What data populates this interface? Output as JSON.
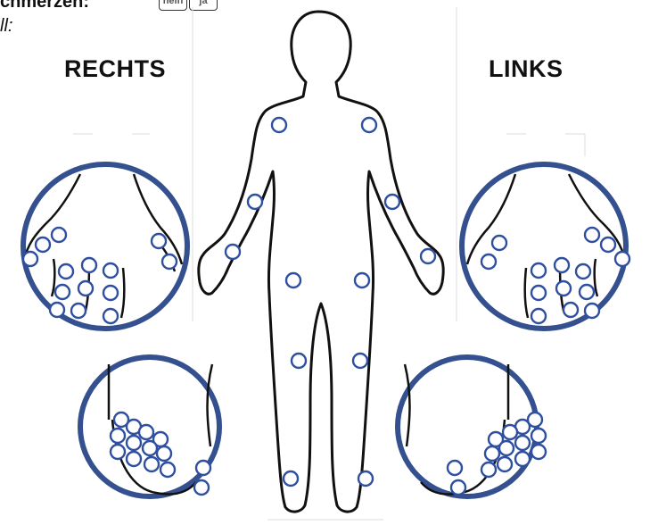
{
  "header": {
    "title": "chmerzen:",
    "subtitle": "ll:",
    "option_none": "nein",
    "option_yes": "ja"
  },
  "labels": {
    "right": "RECHTS",
    "left": "LINKS"
  },
  "colors": {
    "joint_ring": "#2f4fa0",
    "circle_border": "#34508f",
    "outline": "#111111"
  },
  "icons": [
    "body-outline-icon",
    "hand-outline-icon",
    "foot-outline-icon",
    "joint-circle-icon"
  ]
}
